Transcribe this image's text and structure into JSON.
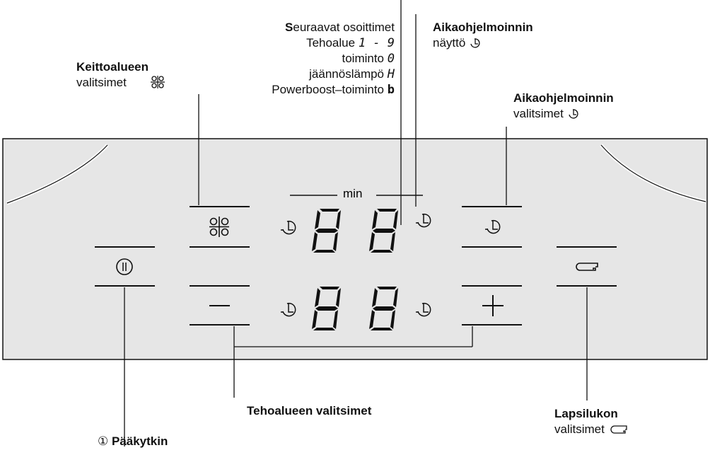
{
  "labels": {
    "next_indicators": {
      "first_letter": "S",
      "line1_rest": "euraavat osoittimet",
      "line2": "Tehoalue",
      "line2_sym": "1 - 9",
      "line3": "toiminto",
      "line3_sym": "0",
      "line4": "jäännöslämpö",
      "line4_sym": "H",
      "line5": "Powerboost–toiminto",
      "line5_sym": "b"
    },
    "timer_display": {
      "title": "Aikaohjelmoinnin",
      "subtitle": "näyttö"
    },
    "cooking_zone_select": {
      "title": "Keittoalueen",
      "subtitle": "valitsimet"
    },
    "timer_select": {
      "title": "Aikaohjelmoinnin",
      "subtitle": "valitsimet"
    },
    "power_select": {
      "title": "Tehoalueen valitsimet"
    },
    "child_lock": {
      "title": "Lapsilukon",
      "subtitle": "valitsimet"
    },
    "main_switch": {
      "symbol": "①",
      "title": "Pääkytkin"
    }
  },
  "panel": {
    "min_label": "min",
    "minus_symbol": "−",
    "plus_symbol": "+"
  },
  "colors": {
    "panel_fill": "#e6e6e6",
    "line": "#111111"
  },
  "icons": [
    "cooking-zone-icon",
    "timer-clock-icon",
    "power-switch-icon",
    "key-icon",
    "seven-segment-digit"
  ]
}
